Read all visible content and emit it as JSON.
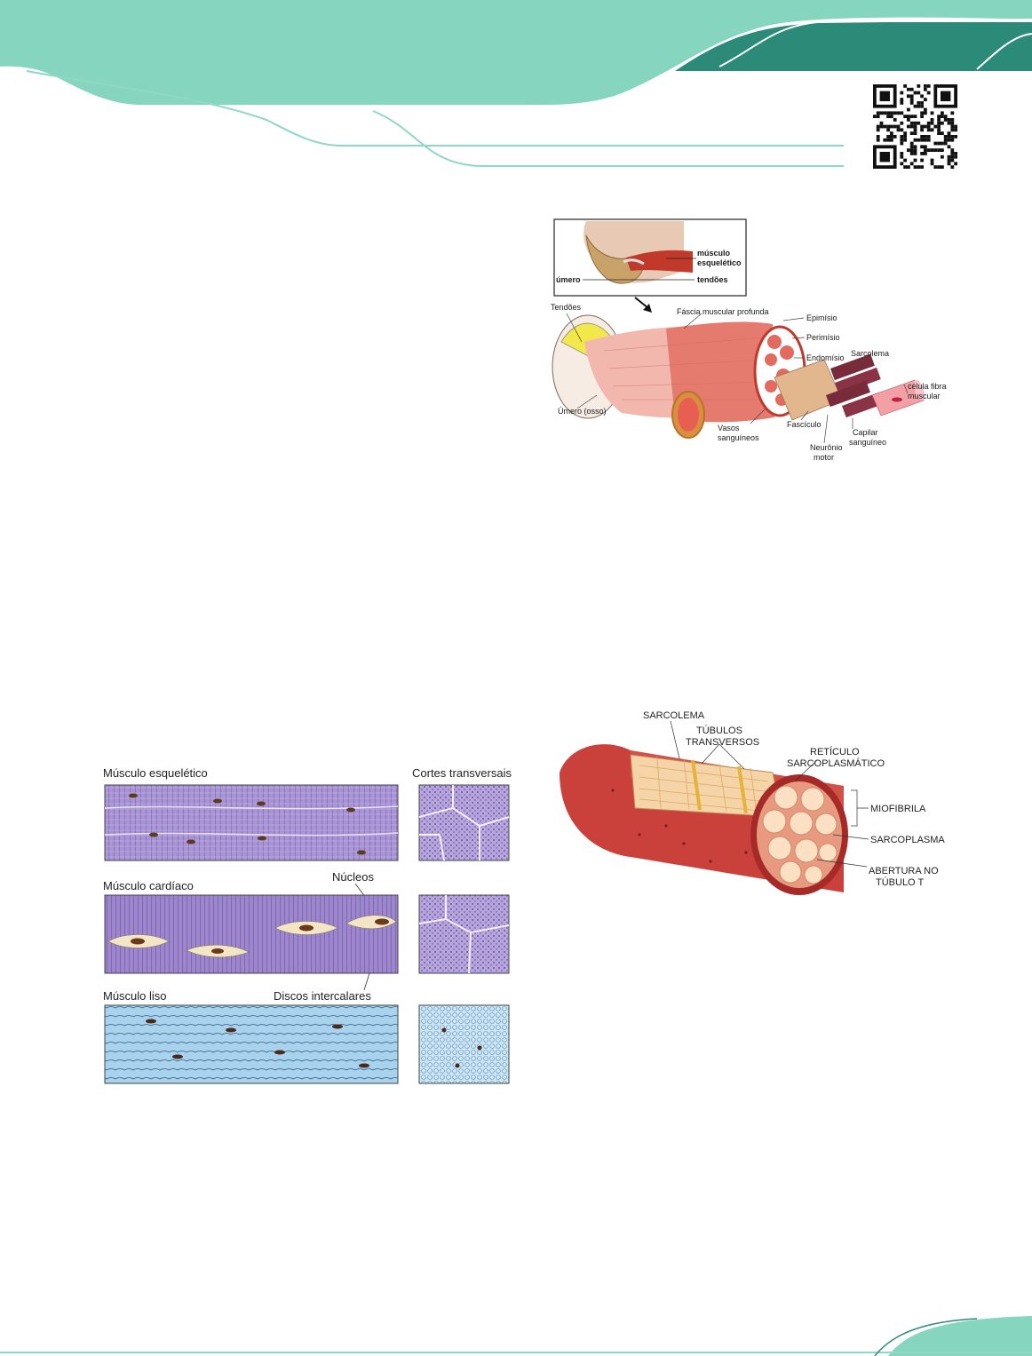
{
  "colors": {
    "header_light": "#86d6bf",
    "header_dark": "#2c8a78",
    "accent_line": "#8fd8c6",
    "muscle_red": "#d9534f",
    "skeletal_purple": "#9b86c9",
    "smooth_blue": "#a9d2ec"
  },
  "icons": {
    "qr": "qr-code-icon"
  },
  "figure1": {
    "inset": {
      "muscle": "músculo\nesquelético",
      "umero": "úmero",
      "tendoes": "tendões"
    },
    "labels": {
      "tendoes": "Tendões",
      "fascia": "Fáscia muscular profunda",
      "epimisio": "Epimísio",
      "perimisio": "Perimísio",
      "endomisio": "Endomísio",
      "sarcolema": "Sarcolema",
      "celula_l1": "célula fibra",
      "celula_l2": "muscular",
      "umero_osso": "Úmero (osso)",
      "vasos_l1": "Vasos",
      "vasos_l2": "sanguíneos",
      "fasciculo": "Fascículo",
      "capilar_l1": "Capilar",
      "capilar_l2": "sanguíneo",
      "neuronio_l1": "Neurônio",
      "neuronio_l2": "motor"
    }
  },
  "figure2": {
    "esqueletico": "Músculo esquelético",
    "cortes": "Cortes transversais",
    "cardiaco": "Músculo cardíaco",
    "nucleos": "Núcleos",
    "liso": "Músculo liso",
    "discos": "Discos intercalares"
  },
  "figure3": {
    "sarcolema": "SARCOLEMA",
    "tubulos_l1": "TÚBULOS",
    "tubulos_l2": "TRANSVERSOS",
    "reticulo_l1": "RETÍCULO",
    "reticulo_l2": "SARCOPLASMÁTICO",
    "miofibrila": "MIOFIBRILA",
    "sarcoplasma": "SARCOPLASMA",
    "abertura_l1": "ABERTURA NO",
    "abertura_l2": "TÚBULO T"
  }
}
